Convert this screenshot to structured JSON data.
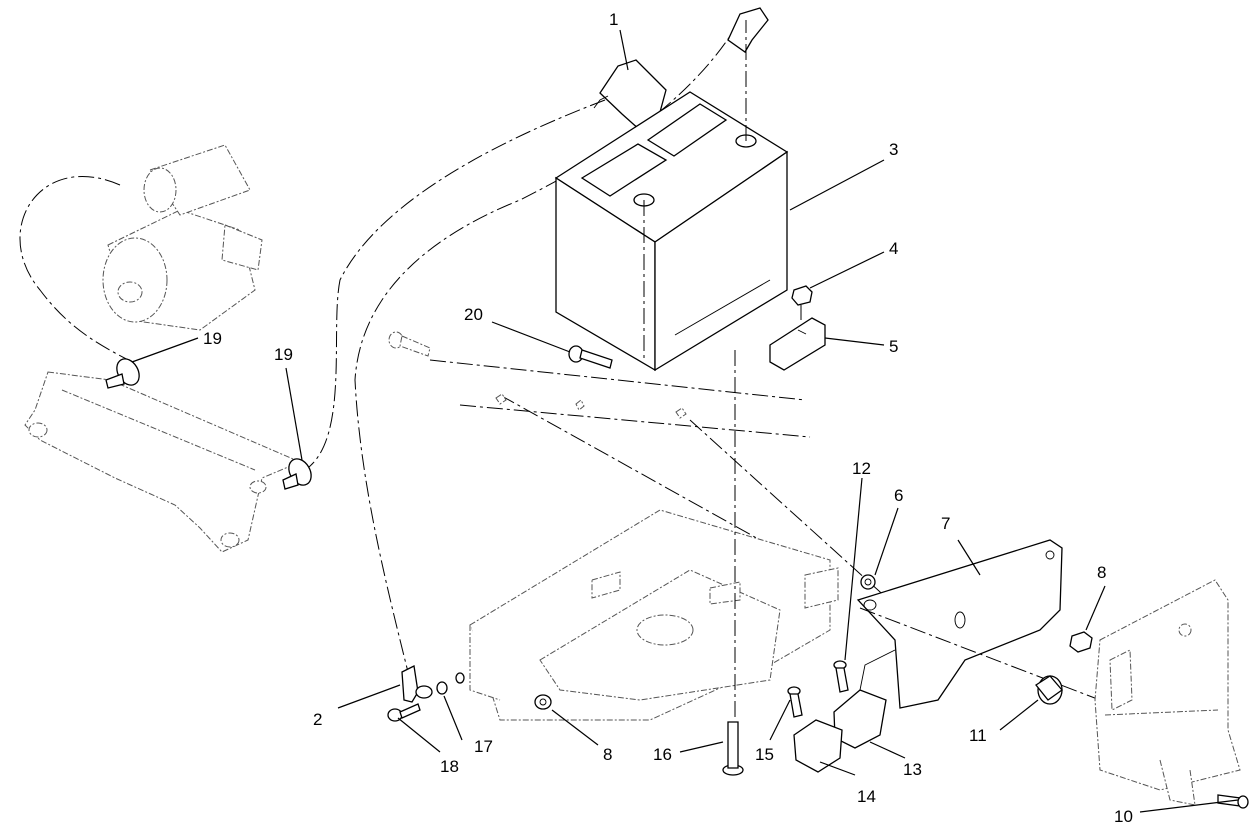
{
  "callouts": [
    {
      "id": "c1",
      "label": "1"
    },
    {
      "id": "c2",
      "label": "2"
    },
    {
      "id": "c3",
      "label": "3"
    },
    {
      "id": "c4",
      "label": "4"
    },
    {
      "id": "c5",
      "label": "5"
    },
    {
      "id": "c6",
      "label": "6"
    },
    {
      "id": "c7",
      "label": "7"
    },
    {
      "id": "c8a",
      "label": "8"
    },
    {
      "id": "c8b",
      "label": "8"
    },
    {
      "id": "c10",
      "label": "10"
    },
    {
      "id": "c11",
      "label": "11"
    },
    {
      "id": "c12",
      "label": "12"
    },
    {
      "id": "c13",
      "label": "13"
    },
    {
      "id": "c14",
      "label": "14"
    },
    {
      "id": "c15",
      "label": "15"
    },
    {
      "id": "c16",
      "label": "16"
    },
    {
      "id": "c17",
      "label": "17"
    },
    {
      "id": "c18",
      "label": "18"
    },
    {
      "id": "c19a",
      "label": "19"
    },
    {
      "id": "c19b",
      "label": "19"
    },
    {
      "id": "c20",
      "label": "20"
    }
  ]
}
